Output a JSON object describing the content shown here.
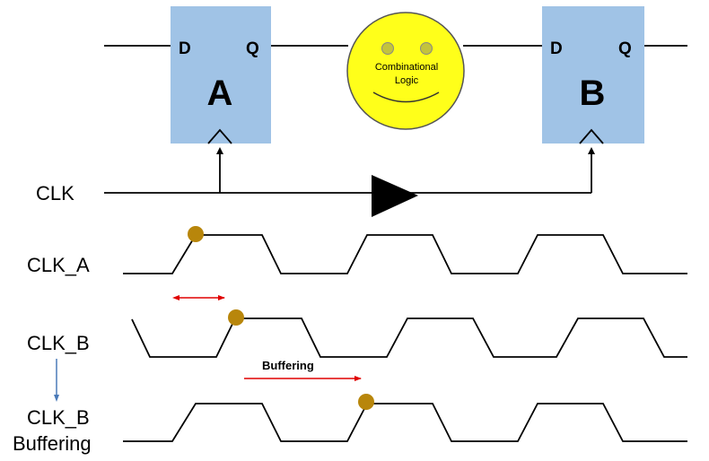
{
  "flipflop_a": {
    "d": "D",
    "q": "Q",
    "name": "A"
  },
  "flipflop_b": {
    "d": "D",
    "q": "Q",
    "name": "B"
  },
  "logic": {
    "line1": "Combinational",
    "line2": "Logic"
  },
  "signals": {
    "clk": "CLK",
    "clk_a": "CLK_A",
    "clk_b": "CLK_B",
    "clk_b_buf_1": "CLK_B",
    "clk_b_buf_2": "Buffering"
  },
  "annotations": {
    "buffering": "Buffering"
  },
  "colors": {
    "flipflop_fill": "#a0c3e6",
    "logic_fill": "#ffff1a",
    "logic_eye": "#c3c33c",
    "marker_dot": "#b8860b",
    "delay_arrow": "#e00000",
    "down_arrow": "#4a7ab8"
  }
}
